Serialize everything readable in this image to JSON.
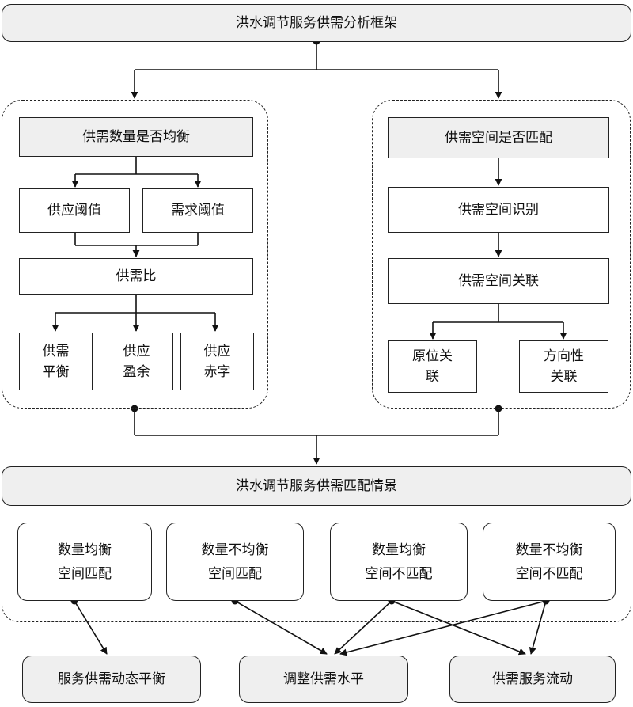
{
  "diagram": {
    "title": "洪水调节服务供需分析框架",
    "left_panel": {
      "header": "供需数量是否均衡",
      "supply_threshold": "供应阈值",
      "demand_threshold": "需求阈值",
      "ratio": "供需比",
      "outcome_balance": [
        "供需",
        "平衡"
      ],
      "outcome_surplus": [
        "供应",
        "盈余"
      ],
      "outcome_deficit": [
        "供应",
        "赤字"
      ]
    },
    "right_panel": {
      "header": "供需空间是否匹配",
      "identify": "供需空间识别",
      "link": "供需空间关联",
      "in_situ": [
        "原位关",
        "联"
      ],
      "directional": [
        "方向性",
        "关联"
      ]
    },
    "scenario_title": "洪水调节服务供需匹配情景",
    "scenarios": [
      [
        "数量均衡",
        "空间匹配"
      ],
      [
        "数量不均衡",
        "空间匹配"
      ],
      [
        "数量均衡",
        "空间不匹配"
      ],
      [
        "数量不均衡",
        "空间不匹配"
      ]
    ],
    "results": [
      "服务供需动态平衡",
      "调整供需水平",
      "供需服务流动"
    ]
  }
}
